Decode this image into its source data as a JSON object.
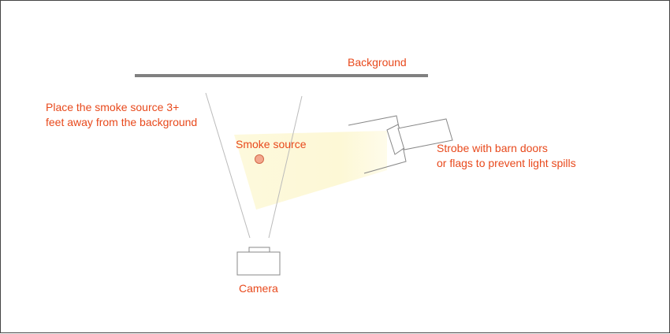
{
  "labels": {
    "background": "Background",
    "smoke_note": [
      "Place the smoke source 3+",
      "feet away from the background"
    ],
    "smoke_source": "Smoke source",
    "strobe": [
      "Strobe with barn doors",
      "or flags to prevent light spills"
    ],
    "camera": "Camera"
  },
  "colors": {
    "label": "#e8491c",
    "background_bar": "#808080",
    "outline": "#888888",
    "sight_line": "#bbbbbb",
    "light_beam": "#fdf8d6",
    "smoke_fill": "#f3a88e",
    "smoke_stroke": "#d2694a",
    "frame_border": "#444444"
  }
}
